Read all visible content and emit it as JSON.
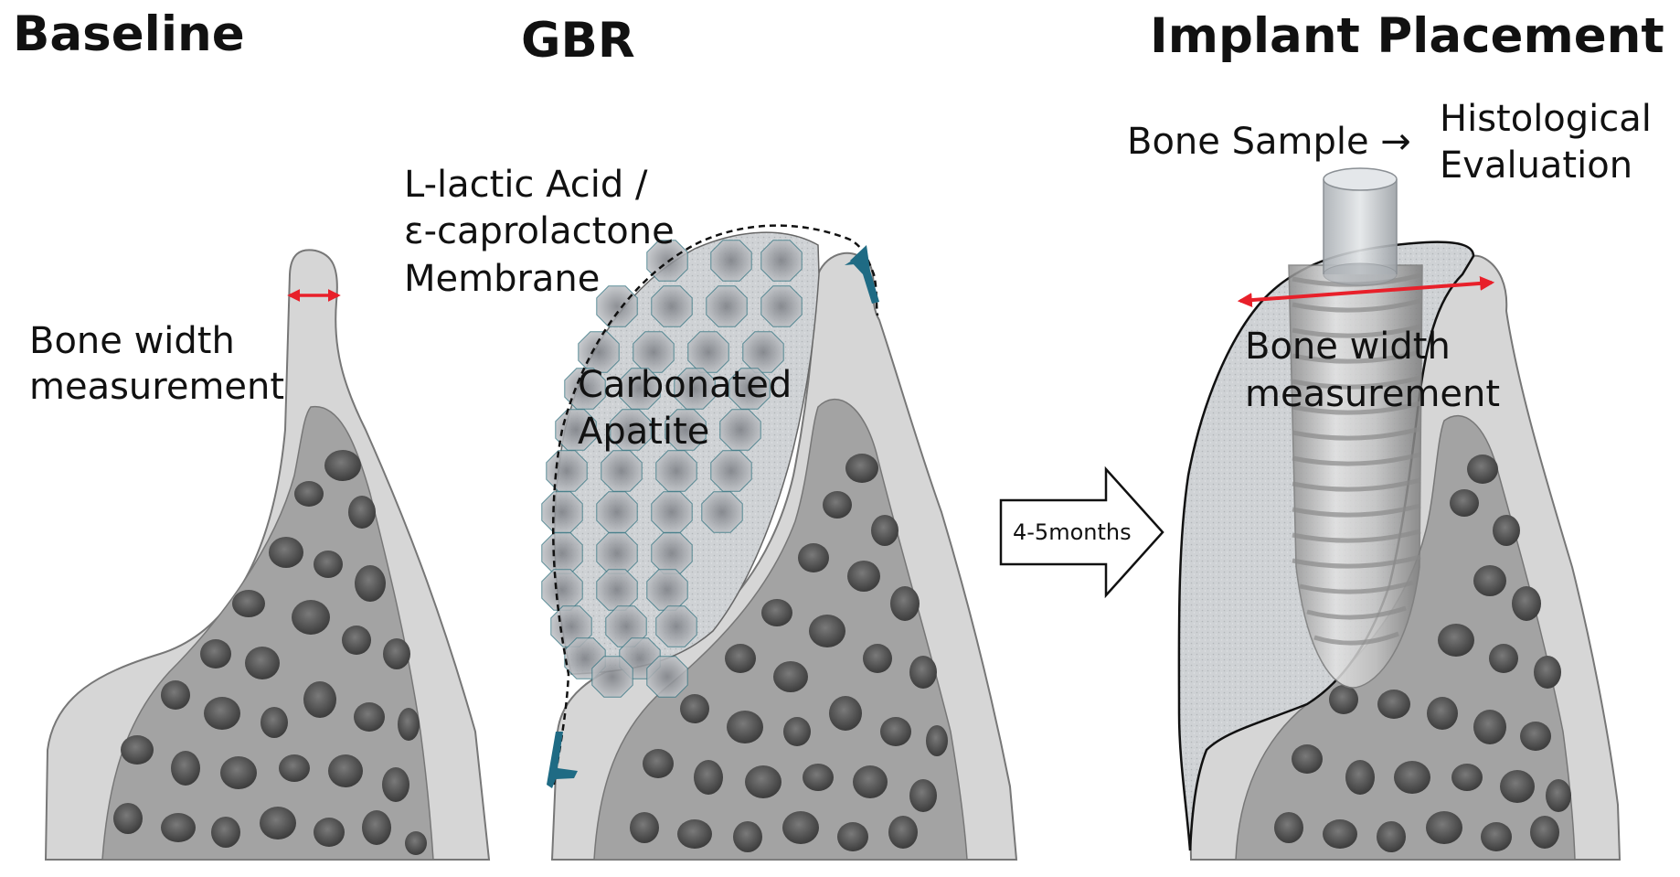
{
  "titles": {
    "baseline": "Baseline",
    "gbr": "GBR",
    "implant": "Implant Placement"
  },
  "labels": {
    "baseline_bone_width_l1": "Bone width",
    "baseline_bone_width_l2": "measurement",
    "membrane_l1": "L-lactic Acid /",
    "membrane_l2": "ε-caprolactone",
    "membrane_l3": "Membrane",
    "apatite_l1": "Carbonated",
    "apatite_l2": "Apatite",
    "arrow_duration": "4-5months",
    "bone_sample": "Bone Sample →",
    "histological_l1": "Histological",
    "histological_l2": "Evaluation",
    "implant_bone_width_l1": "Bone width",
    "implant_bone_width_l2": "measurement"
  },
  "colors": {
    "cortical_bone": "#d6d6d6",
    "cancellous_bone": "#a3a3a3",
    "marrow_space": "#555555",
    "graft_fill": "#c9ccd0",
    "granule": "#8d9096",
    "granule_edge": "#3f7a86",
    "pin": "#1f6b84",
    "measure_arrow": "#e8202a",
    "implant": "#b7b7b7",
    "outline": "#666666"
  }
}
